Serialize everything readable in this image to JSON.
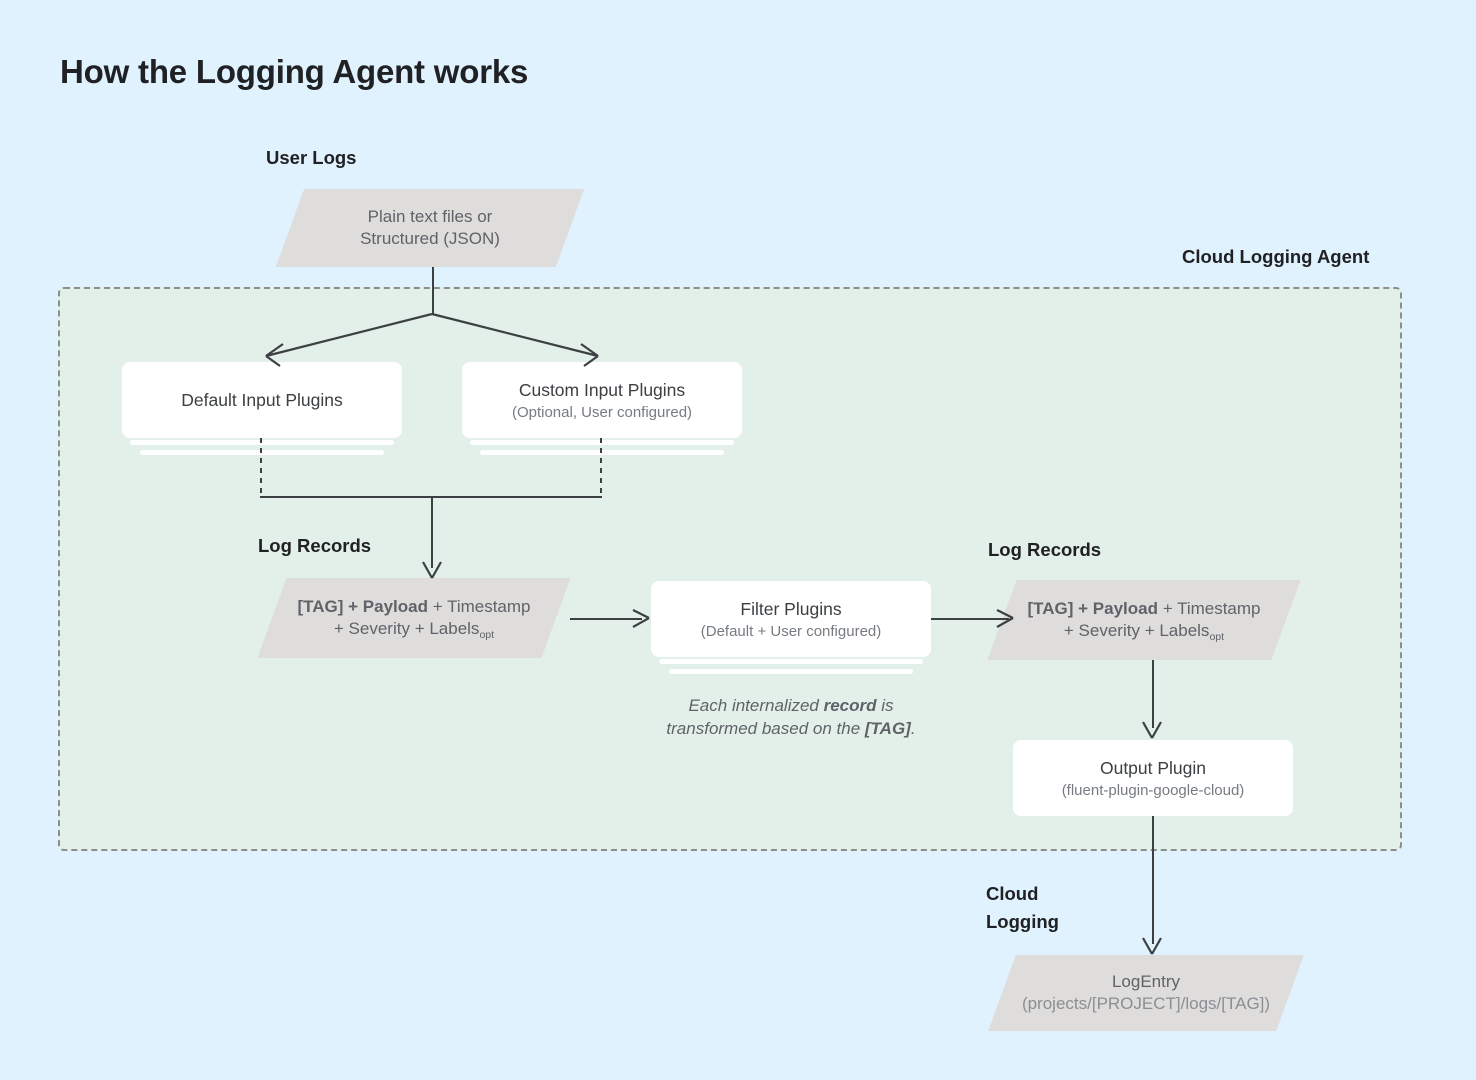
{
  "title": "How the Logging Agent works",
  "colors": {
    "background": "#e0f2fd",
    "agent_panel_fill": "#e3f0e9",
    "agent_panel_border": "#8a8f8c",
    "parallelogram_fill": "#dfdcdc",
    "card_fill": "#ffffff",
    "text_dark": "#202124",
    "text_body": "#3c4043",
    "text_muted": "#5f6368",
    "connector": "#3c4043"
  },
  "groups": {
    "user_logs": "User Logs",
    "cloud_logging_agent": "Cloud Logging Agent",
    "log_records_left": "Log Records",
    "log_records_right": "Log Records",
    "cloud_logging": "Cloud\nLogging"
  },
  "nodes": {
    "user_logs_source": {
      "shape": "parallelogram",
      "line1": "Plain text files or",
      "line2": "Structured (JSON)"
    },
    "default_input_plugins": {
      "shape": "card-stack",
      "title": "Default Input Plugins",
      "subtitle": ""
    },
    "custom_input_plugins": {
      "shape": "card-stack",
      "title": "Custom Input Plugins",
      "subtitle": "(Optional, User configured)"
    },
    "log_record_left": {
      "shape": "parallelogram",
      "bold_part": "[TAG] + Payload",
      "rest_line1": " + Timestamp",
      "line2": "+ Severity + Labels",
      "line2_sub": "opt"
    },
    "filter_plugins": {
      "shape": "card-stack",
      "title": "Filter Plugins",
      "subtitle": "(Default + User configured)"
    },
    "log_record_right": {
      "shape": "parallelogram",
      "bold_part": "[TAG] + Payload",
      "rest_line1": " + Timestamp",
      "line2": "+ Severity + Labels",
      "line2_sub": "opt"
    },
    "output_plugin": {
      "shape": "card",
      "title": "Output Plugin",
      "subtitle": "(fluent-plugin-google-cloud)"
    },
    "log_entry": {
      "shape": "parallelogram",
      "title": "LogEntry",
      "subtitle": "(projects/[PROJECT]/logs/[TAG])"
    }
  },
  "annotations": {
    "transform_note_part1": "Each internalized ",
    "transform_note_bold1": "record",
    "transform_note_part2": " is",
    "transform_note_part3": "transformed based on the ",
    "transform_note_bold2": "[TAG]",
    "transform_note_part4": "."
  }
}
